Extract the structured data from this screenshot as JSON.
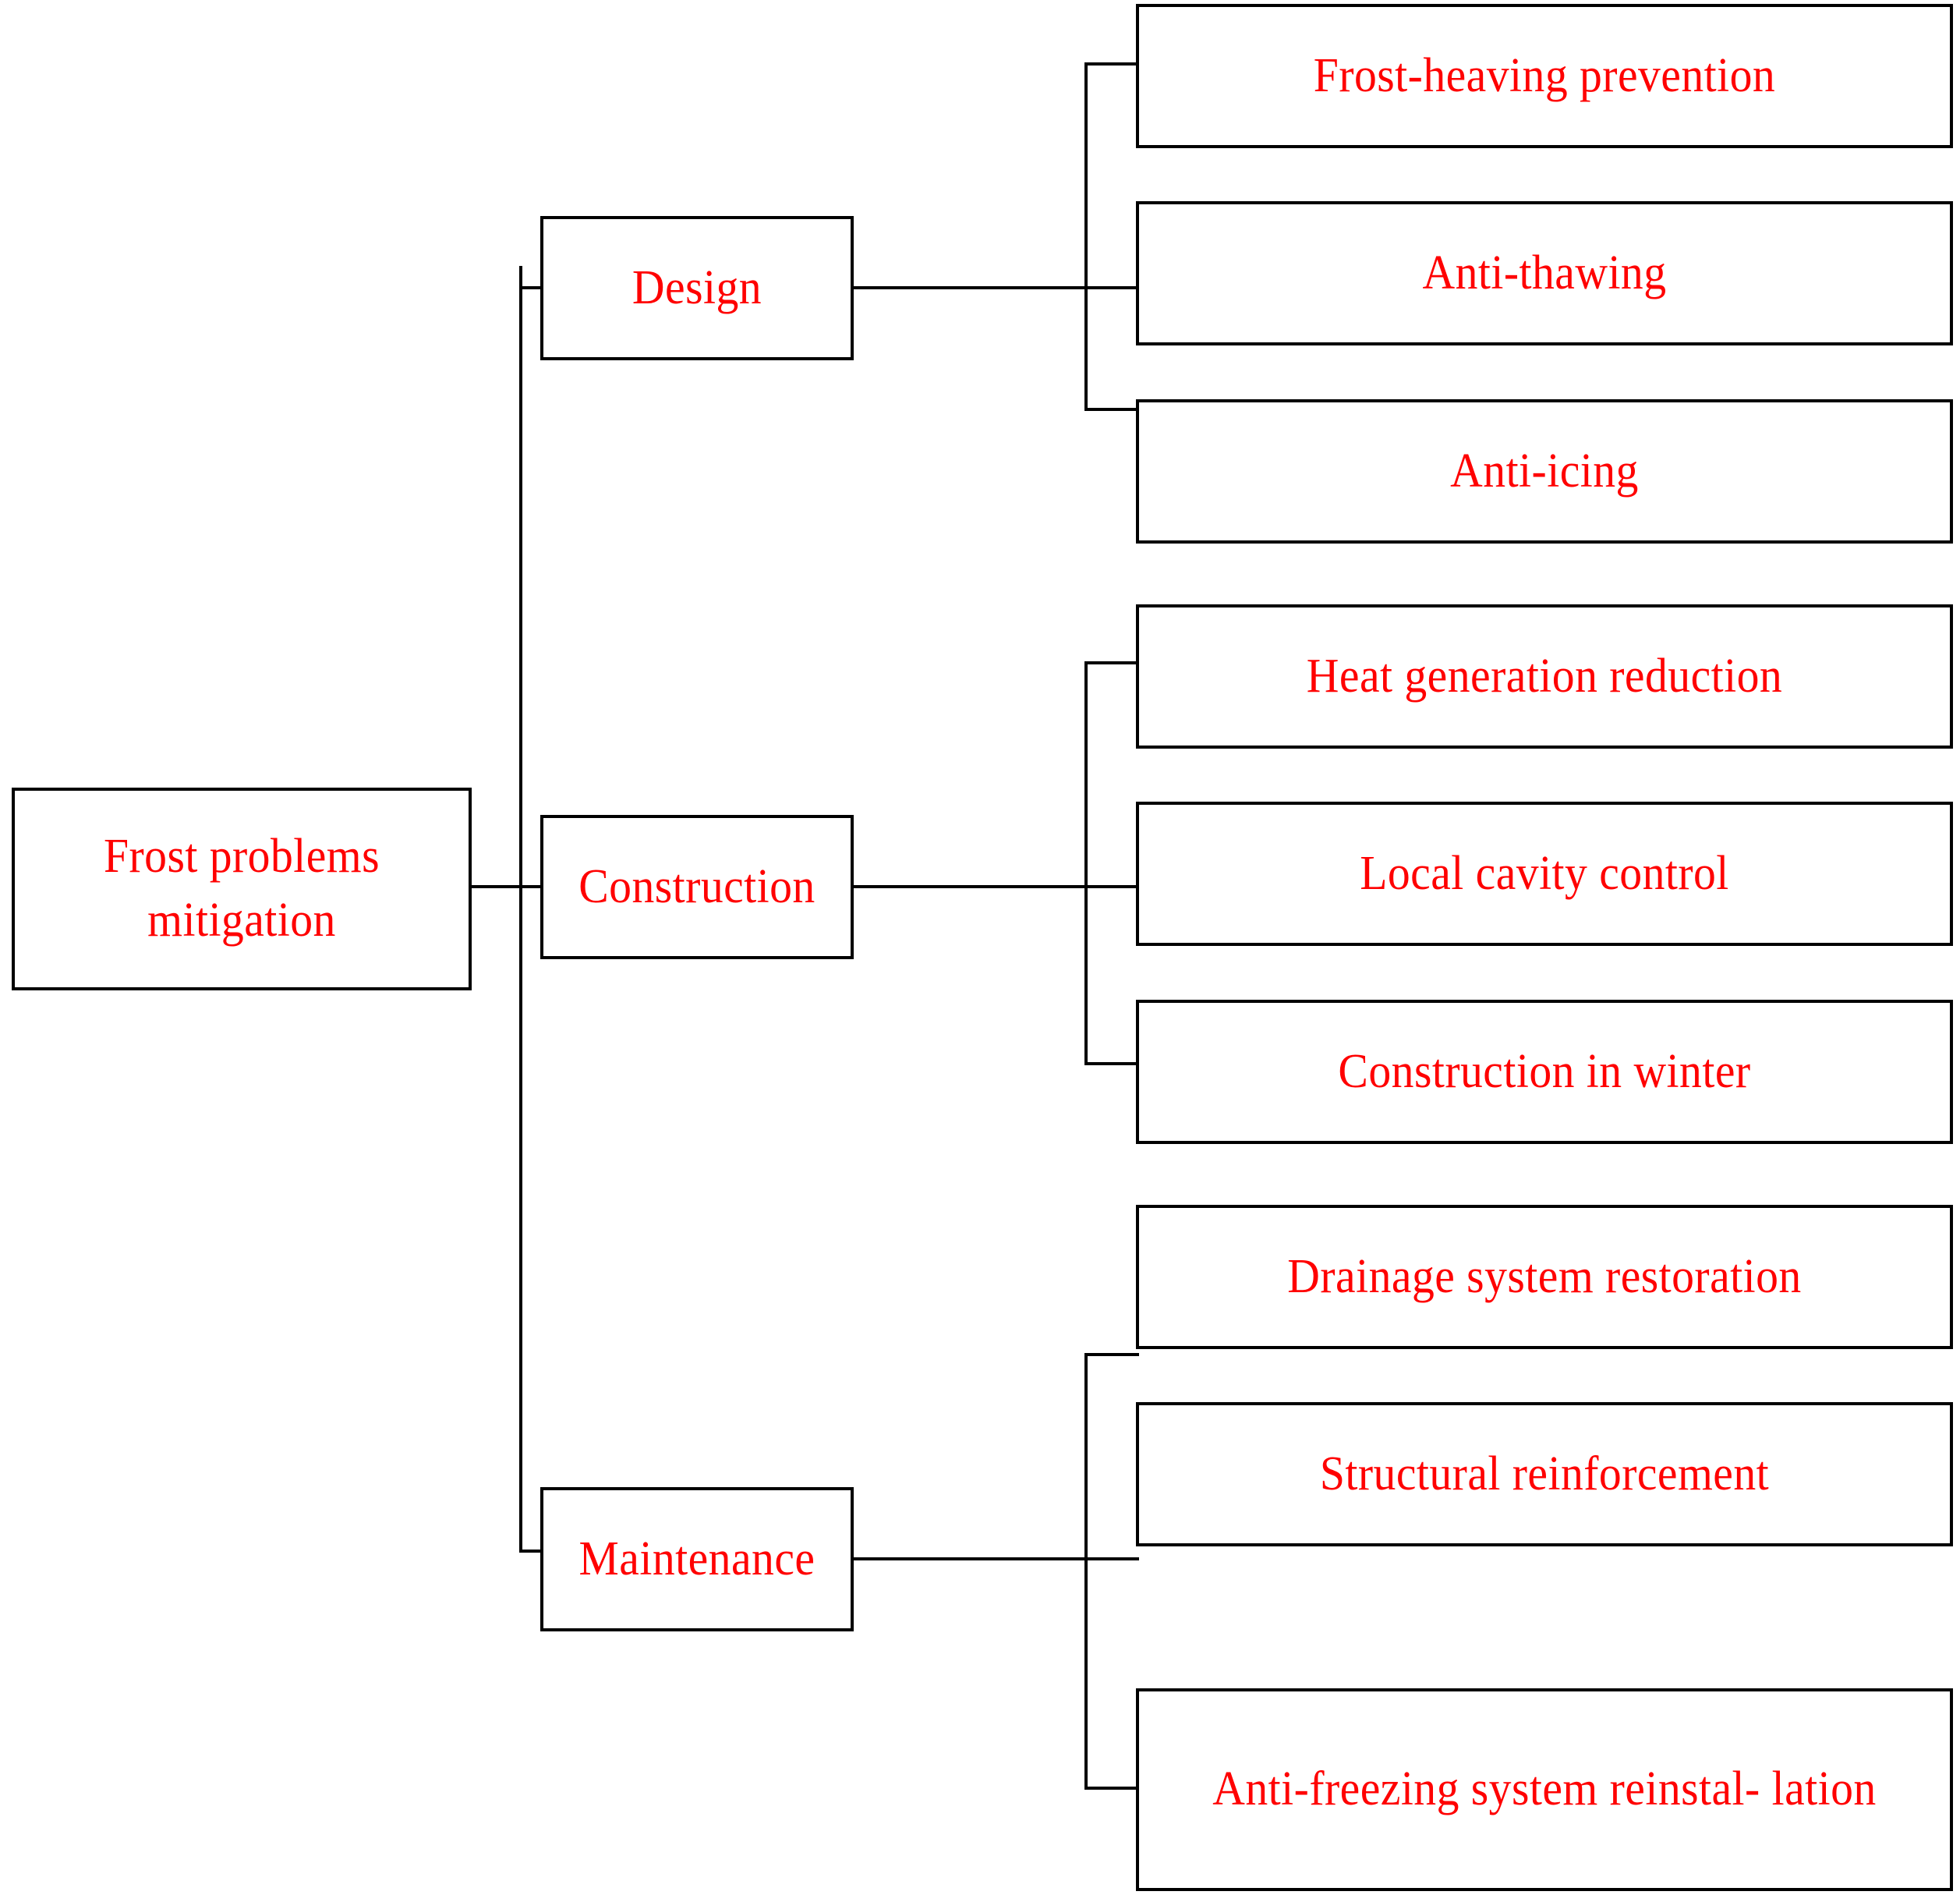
{
  "diagram": {
    "title": "Frost problems mitigation",
    "type": "tree-hierarchy",
    "colors": {
      "text": "#FF0000",
      "border": "#000000",
      "background": "#FFFFFF",
      "connector": "#000000"
    },
    "root": {
      "label": "Frost problems mitigation"
    },
    "branches": [
      {
        "label": "Design",
        "children": [
          {
            "label": "Frost-heaving prevention"
          },
          {
            "label": "Anti-thawing"
          },
          {
            "label": "Anti-icing"
          }
        ]
      },
      {
        "label": "Construction",
        "children": [
          {
            "label": "Heat generation reduction"
          },
          {
            "label": "Local cavity control"
          },
          {
            "label": "Construction in winter"
          }
        ]
      },
      {
        "label": "Maintenance",
        "children": [
          {
            "label": "Drainage system restoration"
          },
          {
            "label": "Structural reinforcement"
          },
          {
            "label": "Anti-freezing system reinstal- lation"
          }
        ]
      }
    ]
  }
}
